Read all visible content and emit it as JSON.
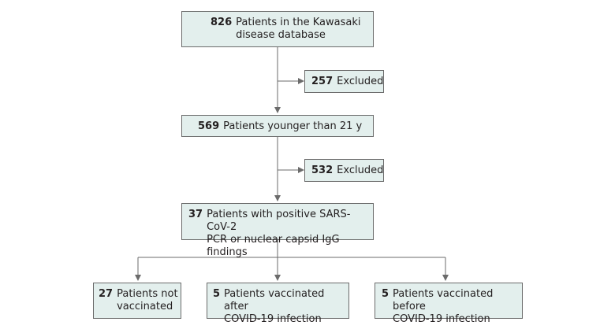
{
  "flowchart": {
    "main_nodes": [
      {
        "count": "826",
        "text": "Patients in the Kawasaki\ndisease database"
      },
      {
        "count": "569",
        "text": "Patients younger than 21 y"
      },
      {
        "count": "37",
        "text": "Patients with positive SARS-CoV-2\nPCR or nuclear capsid IgG findings"
      }
    ],
    "exclusions": [
      {
        "count": "257",
        "text": "Excluded"
      },
      {
        "count": "532",
        "text": "Excluded"
      }
    ],
    "outcomes": [
      {
        "count": "27",
        "text": "Patients not\nvaccinated"
      },
      {
        "count": "5",
        "text": "Patients vaccinated after\nCOVID-19 infection"
      },
      {
        "count": "5",
        "text": "Patients vaccinated before\nCOVID-19 infection"
      }
    ]
  }
}
